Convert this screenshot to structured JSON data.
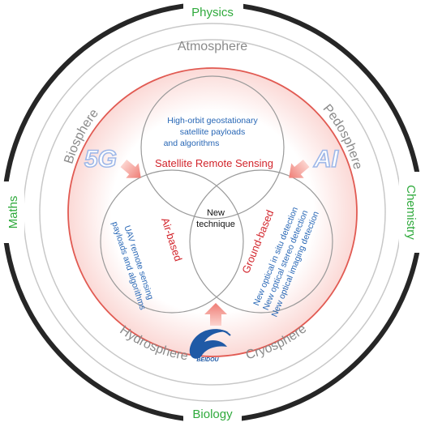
{
  "outer_ring": {
    "top": "Physics",
    "left": "Maths",
    "right": "Chemistry",
    "bottom": "Biology",
    "color": "#2faa3c"
  },
  "spheres": {
    "atmosphere": "Atmosphere",
    "biosphere": "Biosphere",
    "pedosphere": "Pedosphere",
    "hydrosphere": "Hydrosphere",
    "cryosphere": "Cryosphere"
  },
  "enablers": {
    "left": "5G",
    "right": "AI",
    "logo_text": "BEIDOU"
  },
  "venn": {
    "top_circle": {
      "title": "Satellite Remote Sensing",
      "desc_lines": [
        "High-orbit geostationary",
        "satellite payloads",
        "and algorithms"
      ]
    },
    "left_circle": {
      "title": "Air-based",
      "desc_lines": [
        "UAV remote sensing",
        "payloads and algorithms"
      ]
    },
    "right_circle": {
      "title": "Ground-based",
      "desc_lines": [
        "New optical in situ detection",
        "New optical stereo detection",
        "New optical imaging detection"
      ]
    },
    "center_lines": [
      "New",
      "technique"
    ]
  },
  "colors": {
    "accent_red": "#d2242b",
    "desc_blue": "#2766b5",
    "sphere_gray": "#8a8a8a",
    "arrow_pink": "#f28a84",
    "inner_fill": "#fdeae8"
  }
}
